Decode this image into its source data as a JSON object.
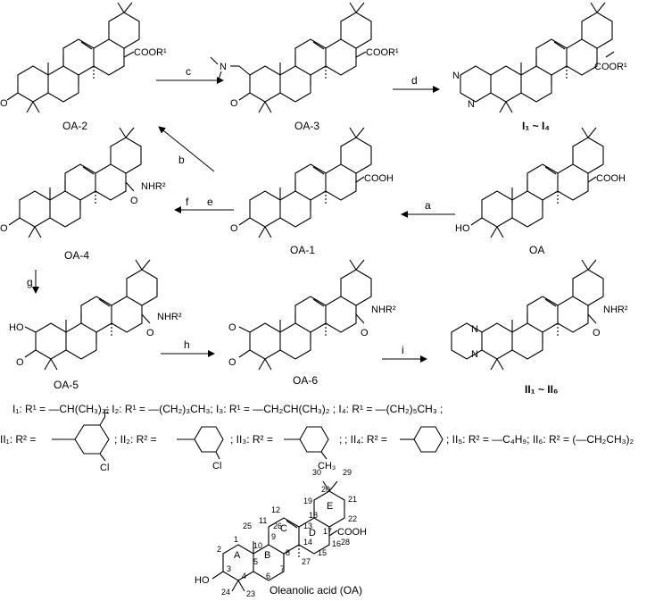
{
  "compounds": {
    "oa2": "OA-2",
    "oa3": "OA-3",
    "i_series": "I₁ ~ I₄",
    "oa4": "OA-4",
    "oa1": "OA-1",
    "oa": "OA",
    "oa5": "OA-5",
    "oa6": "OA-6",
    "ii_series": "II₁ ~ II₆"
  },
  "groups": {
    "coor1": "COOR¹",
    "cooh": "COOH",
    "nhr2": "NHR²",
    "o": "O",
    "ho": "HO",
    "n": "N"
  },
  "steps": [
    "a",
    "b",
    "c",
    "d",
    "e",
    "f",
    "g",
    "h",
    "i"
  ],
  "definitions": {
    "line1": "I₁: R¹ = —CH(CH₃)₂;   I₂: R¹ = —(CH₂)₃CH₃;   I₃: R¹ = —CH₂CH(CH₃)₂ ;   I₄: R¹ = —(CH₂)₅CH₃ ;",
    "ii1": "II₁: R² =",
    "ii2": "; II₂: R² =",
    "ii3": "; II₃: R² =",
    "ii4": "; II₄: R² =",
    "ii5": "; II₅: R² = —C₄H₉; II₆: R² = (—CH₂CH₃)₂",
    "f": "F",
    "cl": "Cl",
    "ch3": "CH₃",
    "semi": ";"
  },
  "numbering": {
    "atoms": [
      "1",
      "2",
      "3",
      "4",
      "5",
      "6",
      "7",
      "8",
      "9",
      "10",
      "11",
      "12",
      "13",
      "14",
      "15",
      "16",
      "17",
      "18",
      "19",
      "20",
      "21",
      "22",
      "23",
      "24",
      "25",
      "26",
      "27",
      "28",
      "29",
      "30"
    ],
    "rings": [
      "A",
      "B",
      "C",
      "D",
      "E"
    ],
    "ho": "HO",
    "cooh": "COOH",
    "caption": "Oleanolic acid (OA)"
  }
}
